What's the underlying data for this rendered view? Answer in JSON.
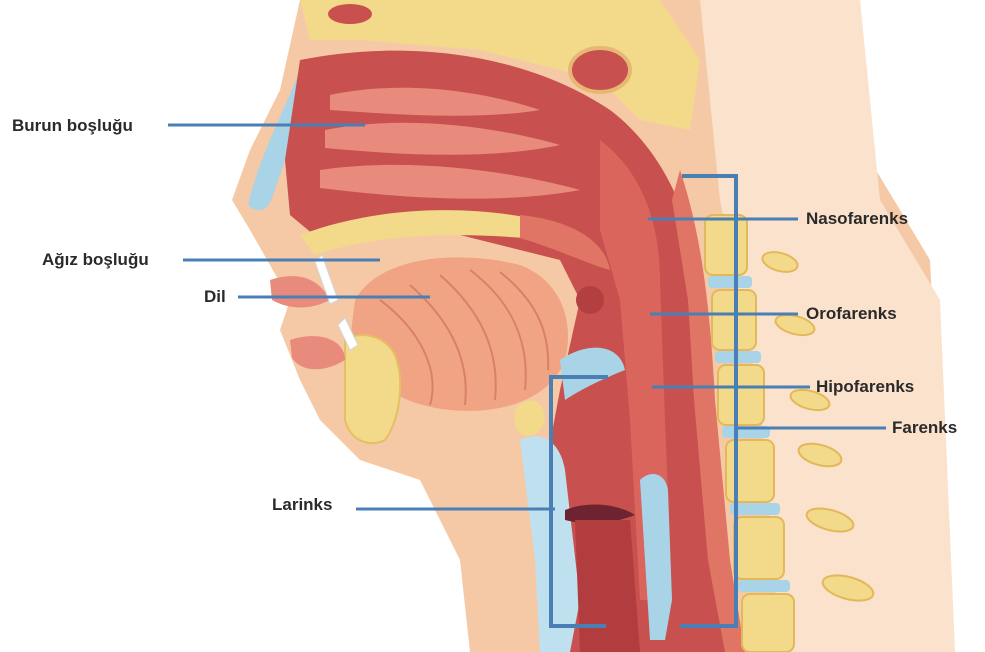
{
  "labels": {
    "burun_boslugu": "Burun boşluğu",
    "agiz_boslugu": "Ağız boşluğu",
    "dil": "Dil",
    "larinks": "Larinks",
    "nasofarenks": "Nasofarenks",
    "orofarenks": "Orofarenks",
    "hipofarenks": "Hipofarenks",
    "farenks": "Farenks"
  },
  "colors": {
    "leader_line": "#4a7fb5",
    "skin": "#f6c9a6",
    "tissue": "#c8504e",
    "bone": "#f3d98a",
    "cartilage": "#a9d3e6"
  }
}
